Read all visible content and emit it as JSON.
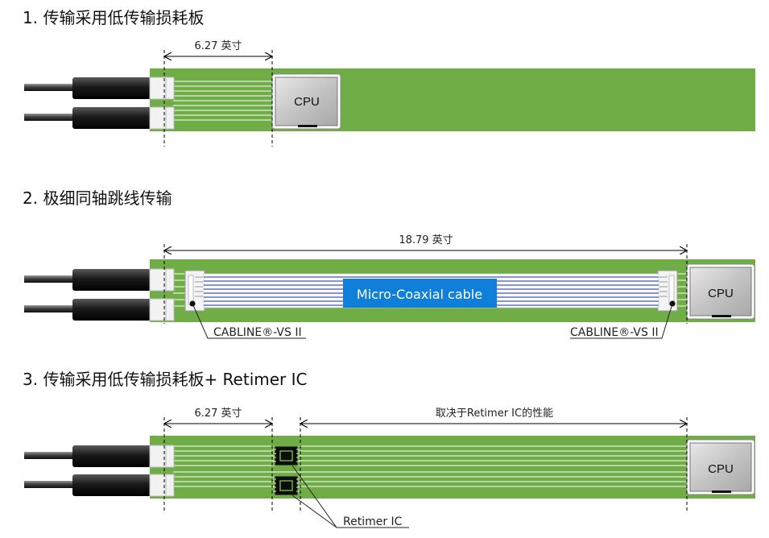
{
  "sections": [
    {
      "title": "1. 传输采用低传输损耗板",
      "dimension_label": "6.27 英寸",
      "cpu_label": "CPU"
    },
    {
      "title": "2. 极细同轴跳线传输",
      "dimension_label": "18.79 英寸",
      "cable_label": "Micro-Coaxial cable",
      "connector_label_left": "CABLINE®-VS II",
      "connector_label_right": "CABLINE®-VS II",
      "cpu_label": "CPU"
    },
    {
      "title": "3. 传输采用低传输损耗板+ Retimer IC",
      "dimension_label_left": "6.27 英寸",
      "dimension_label_right": "取决于Retimer IC的性能",
      "retimer_label": "Retimer IC",
      "cpu_label": "CPU"
    }
  ],
  "colors": {
    "board_green": "#70ad47",
    "cable_banner": "#0f7fd9",
    "coax_blue": "#5b6fd6",
    "cpu_fill": "#c9c9c9"
  }
}
